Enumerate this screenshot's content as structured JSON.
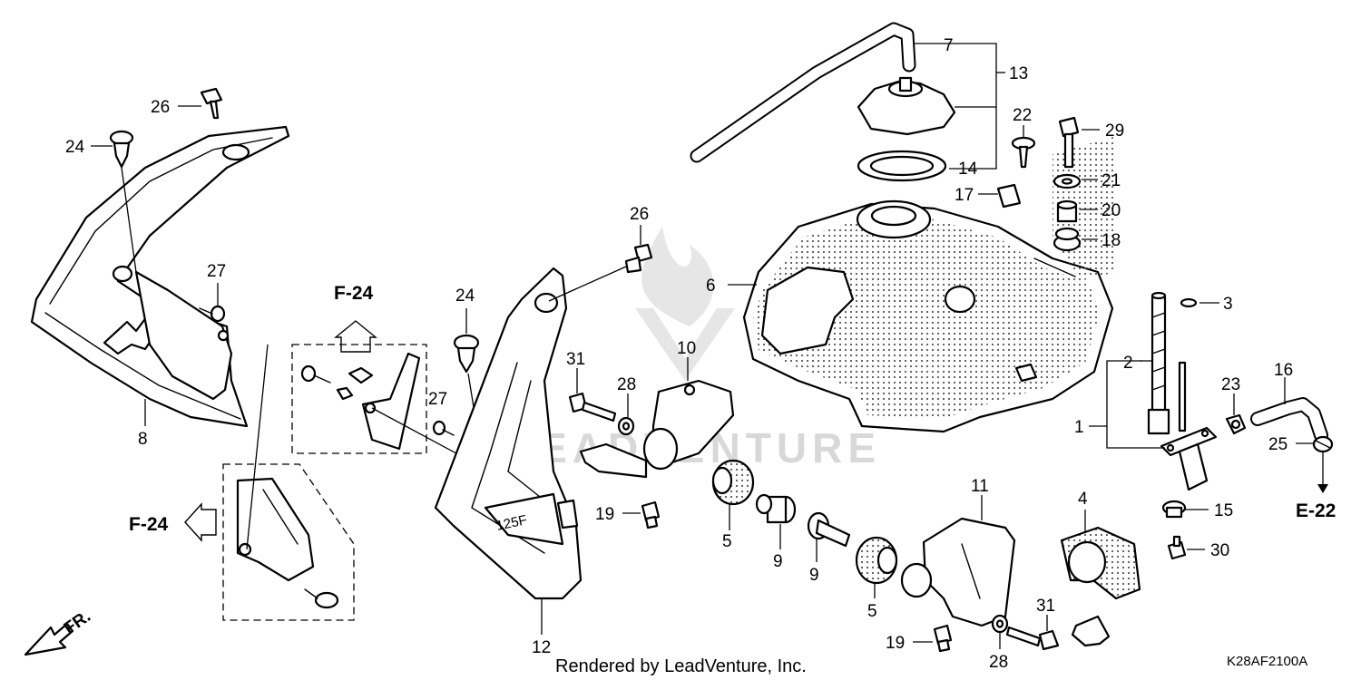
{
  "diagram": {
    "callouts": {
      "c1": "1",
      "c2": "2",
      "c3": "3",
      "c4": "4",
      "c5a": "5",
      "c5b": "5",
      "c6": "6",
      "c7": "7",
      "c8": "8",
      "c9a": "9",
      "c9b": "9",
      "c10": "10",
      "c11": "11",
      "c12": "12",
      "c13": "13",
      "c14": "14",
      "c15": "15",
      "c16": "16",
      "c17": "17",
      "c18": "18",
      "c19a": "19",
      "c19b": "19",
      "c20": "20",
      "c21": "21",
      "c22": "22",
      "c23": "23",
      "c24a": "24",
      "c24b": "24",
      "c25": "25",
      "c26a": "26",
      "c26b": "26",
      "c27a": "27",
      "c27b": "27",
      "c28a": "28",
      "c28b": "28",
      "c29": "29",
      "c30": "30",
      "c31a": "31",
      "c31b": "31"
    },
    "refs": {
      "f24_top": "F-24",
      "f24_left": "F-24",
      "e22": "E-22"
    },
    "direction_label": "FR.",
    "watermark": "LEADVENTURE",
    "credit": "Rendered by LeadVenture, Inc.",
    "diagram_code": "K28AF2100A",
    "cover_text": "125F"
  }
}
